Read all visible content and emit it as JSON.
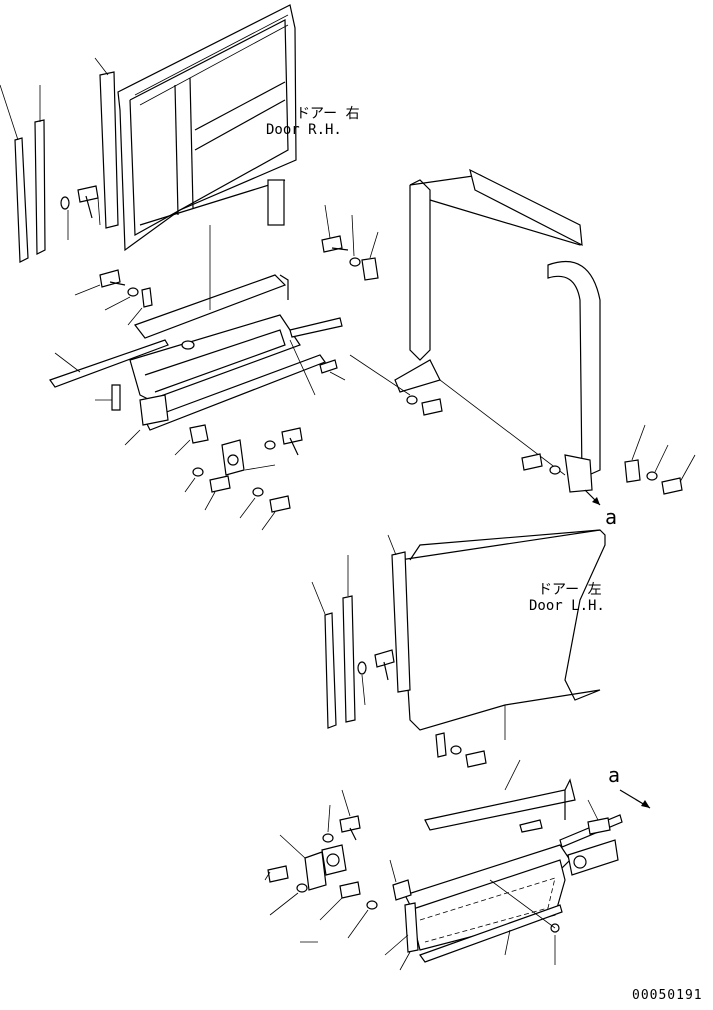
{
  "labels": {
    "door_rh_jp": "ドアー 右",
    "door_rh_en": "Door R.H.",
    "door_lh_jp": "ドアー 左",
    "door_lh_en": "Door L.H.",
    "ref_a_top": "a",
    "ref_a_bottom": "a",
    "drawing_number": "00050191"
  }
}
